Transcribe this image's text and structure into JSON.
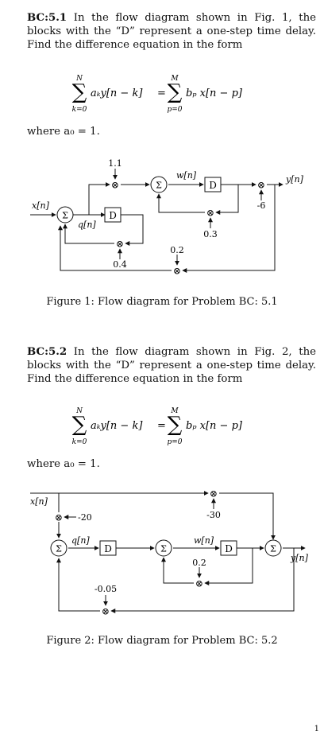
{
  "problem1": {
    "id": "BC:5.1",
    "text": "In the flow diagram shown in Fig. 1, the blocks with the “D” represent a one-step time delay. Find the difference equation in the form",
    "equation": {
      "lhs_upper": "N",
      "lhs_lower": "k=0",
      "lhs_term": "aₖy[n − k]",
      "equals": "=",
      "rhs_upper": "M",
      "rhs_lower": "p=0",
      "rhs_term": "bₚ x[n − p]"
    },
    "where": "where a₀ = 1.",
    "diagram": {
      "input_label": "x[n]",
      "output_label": "y[n]",
      "q_label": "q[n]",
      "w_label": "w[n]",
      "delay_label": "D",
      "sum_symbol": "Σ",
      "mult_symbol": "⊗",
      "gains": [
        "1.1",
        "0.4",
        "0.2",
        "0.3",
        "-6"
      ]
    },
    "caption": "Figure 1: Flow diagram for Problem BC: 5.1"
  },
  "problem2": {
    "id": "BC:5.2",
    "text": "In the flow diagram shown in Fig. 2, the blocks with the “D” represent a one-step time delay. Find the difference equation in the form",
    "equation": {
      "lhs_upper": "N",
      "lhs_lower": "k=0",
      "lhs_term": "aₖy[n − k]",
      "equals": "=",
      "rhs_upper": "M",
      "rhs_lower": "p=0",
      "rhs_term": "bₚ x[n − p]"
    },
    "where": "where a₀ = 1.",
    "diagram": {
      "input_label": "x[n]",
      "output_label": "y[n]",
      "q_label": "q[n]",
      "w_label": "w[n]",
      "delay_label": "D",
      "sum_symbol": "Σ",
      "mult_symbol": "⊗",
      "gains": [
        "-20",
        "-30",
        "0.2",
        "-0.05"
      ]
    },
    "caption": "Figure 2: Flow diagram for Problem BC: 5.2"
  },
  "page_number": "1"
}
